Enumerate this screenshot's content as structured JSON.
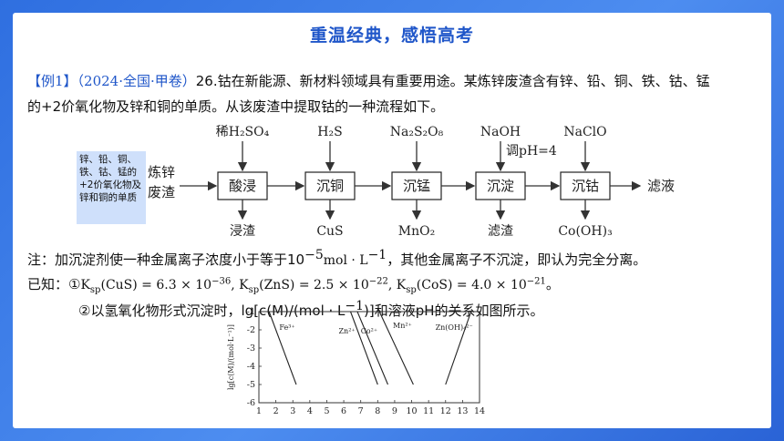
{
  "slide_title": "重温经典，感悟高考",
  "example": {
    "tag": "【例1】",
    "source": "（2024·全国·甲卷）",
    "line1": "26.钴在新能源、新材料领域具有重要用途。某炼锌废渣含有锌、铅、铜、铁、钴、锰",
    "line2": "的+2价氧化物及锌和铜的单质。从该废渣中提取钴的一种流程如下。"
  },
  "flow": {
    "side_note": "锌、铅、铜、铁、钴、锰的+2价氧化物及锌和铜的单质",
    "start": [
      "炼锌",
      "废渣"
    ],
    "steps": [
      {
        "name": "酸浸",
        "reagent": "稀H₂SO₄",
        "reagent2": "",
        "residue": "浸渣"
      },
      {
        "name": "沉铜",
        "reagent": "H₂S",
        "reagent2": "",
        "residue": "CuS"
      },
      {
        "name": "沉锰",
        "reagent": "Na₂S₂O₈",
        "reagent2": "",
        "residue": "MnO₂"
      },
      {
        "name": "沉淀",
        "reagent": "NaOH",
        "reagent2": "调pH=4",
        "residue": "滤渣"
      },
      {
        "name": "沉钴",
        "reagent": "NaClO",
        "reagent2": "",
        "residue": "Co(OH)₃"
      }
    ],
    "end": "滤液"
  },
  "note": {
    "prefix": "注：加沉淀剂使一种金属离子浓度小于等于10",
    "exp": "−5",
    "unit": "mol · L",
    "unit_exp": "−1",
    "suffix": "，其他金属离子不沉淀，即认为完全分离。"
  },
  "known": {
    "label": "已知：①",
    "ksp": [
      {
        "compound": "CuS",
        "value": "6.3 × 10",
        "exp": "−36"
      },
      {
        "compound": "ZnS",
        "value": "2.5 × 10",
        "exp": "−22"
      },
      {
        "compound": "CoS",
        "value": "4.0 × 10",
        "exp": "−21"
      }
    ],
    "end": "。"
  },
  "hydroxide": {
    "prefix": "②以氢氧化物形式沉淀时，lg[c(M)/(mol · L",
    "exp": "−1",
    "suffix": ")]和溶液pH的关系如图所示。"
  },
  "chart_data": {
    "type": "line",
    "ylabel": "lg[c(M)/(mol·L⁻¹)]",
    "xlabel": "",
    "xlim": [
      1,
      14
    ],
    "ylim": [
      -6,
      -1
    ],
    "x_ticks": [
      1,
      2,
      3,
      4,
      5,
      6,
      7,
      8,
      9,
      10,
      11,
      12,
      13,
      14
    ],
    "y_ticks": [
      -1,
      -2,
      -3,
      -4,
      -5,
      -6
    ],
    "series": [
      {
        "name": "Fe³⁺",
        "points": [
          [
            1.6,
            -1
          ],
          [
            3.2,
            -5
          ]
        ]
      },
      {
        "name": "Zn²⁺",
        "points": [
          [
            6.4,
            -1
          ],
          [
            8.0,
            -5
          ]
        ]
      },
      {
        "name": "Co²⁺",
        "points": [
          [
            6.8,
            -1
          ],
          [
            8.6,
            -5
          ]
        ]
      },
      {
        "name": "Mn²⁺",
        "points": [
          [
            8.1,
            -1
          ],
          [
            10.1,
            -5
          ]
        ]
      },
      {
        "name": "Zn(OH)₄²⁻",
        "points": [
          [
            13.5,
            -1
          ],
          [
            12.0,
            -5
          ]
        ]
      }
    ],
    "labels": [
      {
        "text": "Fe³⁺",
        "x": 2.2,
        "y": -2.0
      },
      {
        "text": "Zn²⁺",
        "x": 5.7,
        "y": -2.2
      },
      {
        "text": "Co²⁺",
        "x": 7.0,
        "y": -2.2
      },
      {
        "text": "Mn²⁺",
        "x": 8.9,
        "y": -1.9
      },
      {
        "text": "Zn(OH)₄²⁻",
        "x": 11.4,
        "y": -2.0
      }
    ]
  }
}
